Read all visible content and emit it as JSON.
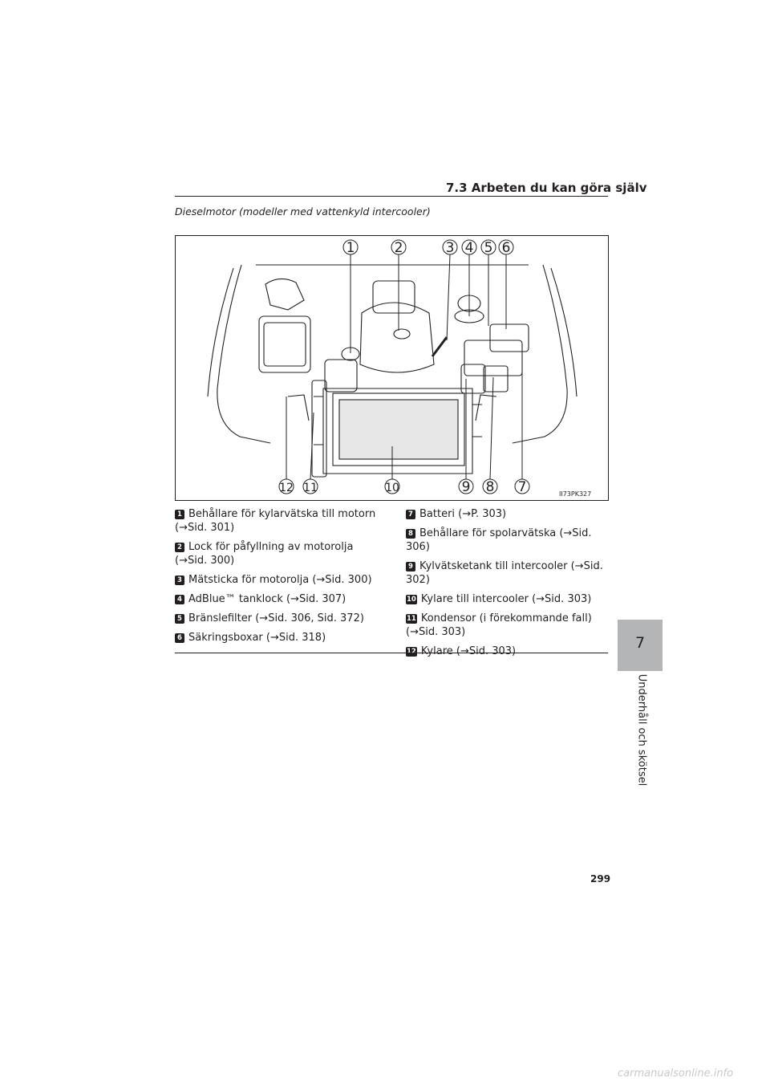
{
  "header": {
    "section": "7.3  Arbeten du kan göra själv"
  },
  "subtitle": "Dieselmotor (modeller med vattenkyld intercooler)",
  "figure": {
    "code": "II73PK327",
    "top_numbers": [
      "1",
      "2",
      "3",
      "4",
      "5",
      "6"
    ],
    "bottom_numbers": [
      "12",
      "11",
      "10",
      "9",
      "8",
      "7"
    ]
  },
  "items_left": [
    {
      "n": "1",
      "text": "Behållare för kylarvätska till motorn (→Sid. 301)"
    },
    {
      "n": "2",
      "text": "Lock för påfyllning av motorolja (→Sid. 300)"
    },
    {
      "n": "3",
      "text": "Mätsticka för motorolja (→Sid. 300)"
    },
    {
      "n": "4",
      "text": "AdBlue™ tanklock (→Sid. 307)"
    },
    {
      "n": "5",
      "text": "Bränslefilter (→Sid. 306, Sid. 372)"
    },
    {
      "n": "6",
      "text": "Säkringsboxar (→Sid. 318)"
    }
  ],
  "items_right": [
    {
      "n": "7",
      "text": "Batteri (→P. 303)"
    },
    {
      "n": "8",
      "text": "Behållare för spolarvätska (→Sid. 306)"
    },
    {
      "n": "9",
      "text": "Kylvätsketank till intercooler (→Sid. 302)"
    },
    {
      "n": "10",
      "text": "Kylare till intercooler (→Sid. 303)"
    },
    {
      "n": "11",
      "text": "Kondensor (i förekommande fall) (→Sid. 303)"
    },
    {
      "n": "12",
      "text": "Kylare (→Sid. 303)"
    }
  ],
  "tab": {
    "number": "7",
    "label": "Underhåll och skötsel"
  },
  "page_number": "299",
  "watermark": "carmanualsonline.info"
}
